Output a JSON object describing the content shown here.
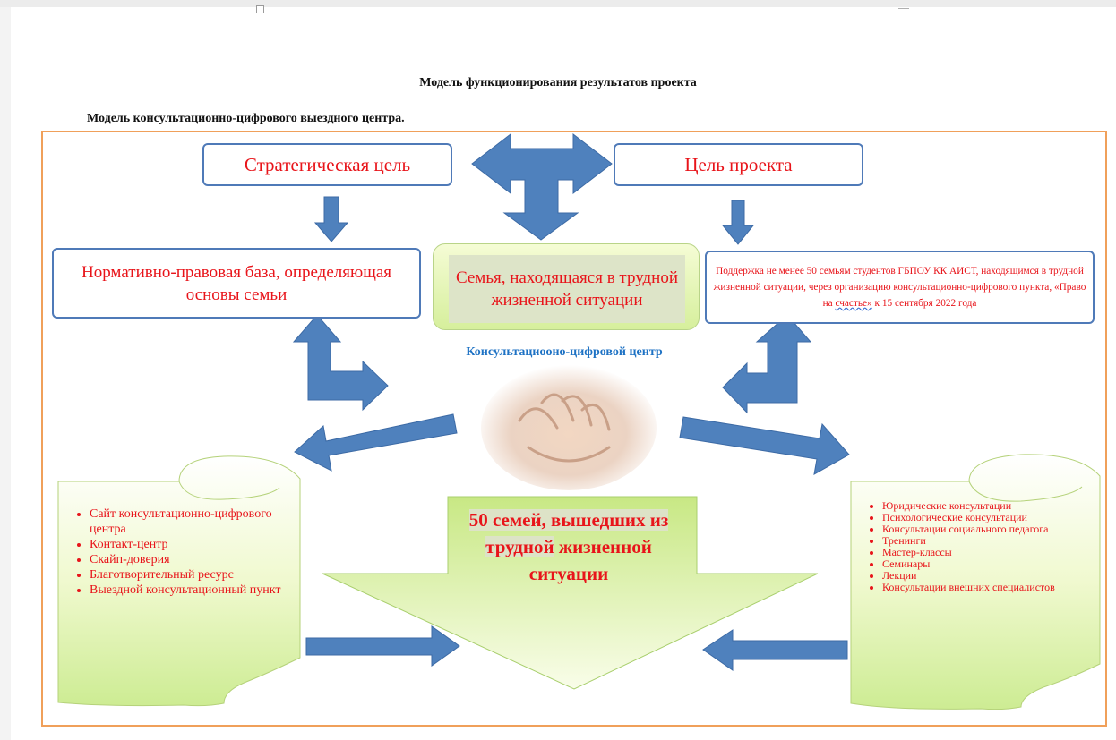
{
  "title": "Модель функционирования результатов проекта",
  "subtitle": "Модель консультационно-цифрового  выездного центра.",
  "boxes": {
    "strategic_goal": "Стратегическая цель",
    "project_goal": "Цель проекта",
    "legal_base": "Нормативно-правовая база, определяющая основы семьи",
    "family": "Семья, находящаяся в трудной жизненной ситуации",
    "support_pre": "Поддержка не менее 50 семьям студентов ГБПОУ КК АИСТ, находящимся в трудной жизненной ситуации, через организацию консультационно-цифрового пункта, «Право на ",
    "support_wavy": "счастье»",
    "support_post": "  к 15 сентября 2022 года"
  },
  "center_title": "Консультациооно-цифровой центр",
  "left_list": [
    "Сайт консультационно-цифрового центра",
    "Контакт-центр",
    "Скайп-доверия",
    "Благотворительный ресурс",
    "Выездной консультационный пункт"
  ],
  "right_list": [
    "Юридические  консультации",
    "Психологические консультации",
    "Консультации социального педагога",
    "Тренинги",
    "Мастер-классы",
    "Семинары",
    "Лекции",
    "Консультации внешних специалистов"
  ],
  "result": {
    "line1": "50 семей, вышедших из",
    "line2a": "трудной",
    "line2b": " жизненной",
    "line3": "ситуации"
  },
  "colors": {
    "text_red": "#e8141a",
    "box_border": "#4f7ab8",
    "arrow_blue": "#4f81bd",
    "frame_orange": "#f0a05a",
    "green_light": "#f5fcd5",
    "green_dark": "#d6ef9c",
    "center_blue": "#1e72c4"
  }
}
